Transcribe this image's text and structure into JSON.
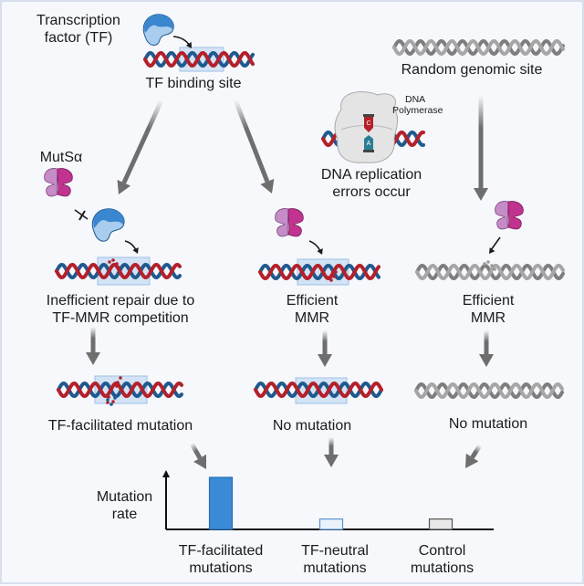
{
  "figure": {
    "labels": {
      "transcription_factor": [
        "Transcription",
        "factor (TF)"
      ],
      "tf_binding_site": "TF binding site",
      "random_genomic_site": "Random genomic site",
      "dna_polymerase": [
        "DNA",
        "Polymerase"
      ],
      "replication_errors": [
        "DNA replication",
        "errors occur"
      ],
      "mutsa": "MutSα",
      "inefficient_repair": [
        "Inefficient repair due to",
        "TF-MMR competition"
      ],
      "efficient_mmr_center": [
        "Efficient",
        "MMR"
      ],
      "efficient_mmr_right": [
        "Efficient",
        "MMR"
      ],
      "tf_facilitated_mutation": "TF-facilitated mutation",
      "no_mutation_center": "No mutation",
      "no_mutation_right": "No mutation",
      "base_c": "C",
      "base_a": "A"
    },
    "colors": {
      "background": "#f6f8fc",
      "dna_red": "#b4202a",
      "dna_blue": "#1f5a8f",
      "dna_gray": "#9a9a9a",
      "binding_box": "#c7dcf3",
      "tf_blue": "#3a86cf",
      "tf_light": "#a9cdee",
      "mutsa_light": "#c58cc7",
      "mutsa_dark": "#c0338f",
      "arrow_gray": "#6e6e6e",
      "bar_tf": "#3a8ad6",
      "bar_neutral": "#eaf2fb",
      "bar_control": "#e8e8e8"
    }
  },
  "chart_data": {
    "type": "bar",
    "title": "",
    "xlabel": "",
    "ylabel": "Mutation rate",
    "ylabel_lines": [
      "Mutation",
      "rate"
    ],
    "categories": [
      "TF-facilitated mutations",
      "TF-neutral mutations",
      "Control mutations"
    ],
    "category_lines": [
      [
        "TF-facilitated",
        "mutations"
      ],
      [
        "TF-neutral",
        "mutations"
      ],
      [
        "Control",
        "mutations"
      ]
    ],
    "values": [
      1.0,
      0.2,
      0.2
    ],
    "value_scale": "relative (no tick labels)",
    "ylim": [
      0,
      1.15
    ],
    "grid": false,
    "legend": "none"
  }
}
